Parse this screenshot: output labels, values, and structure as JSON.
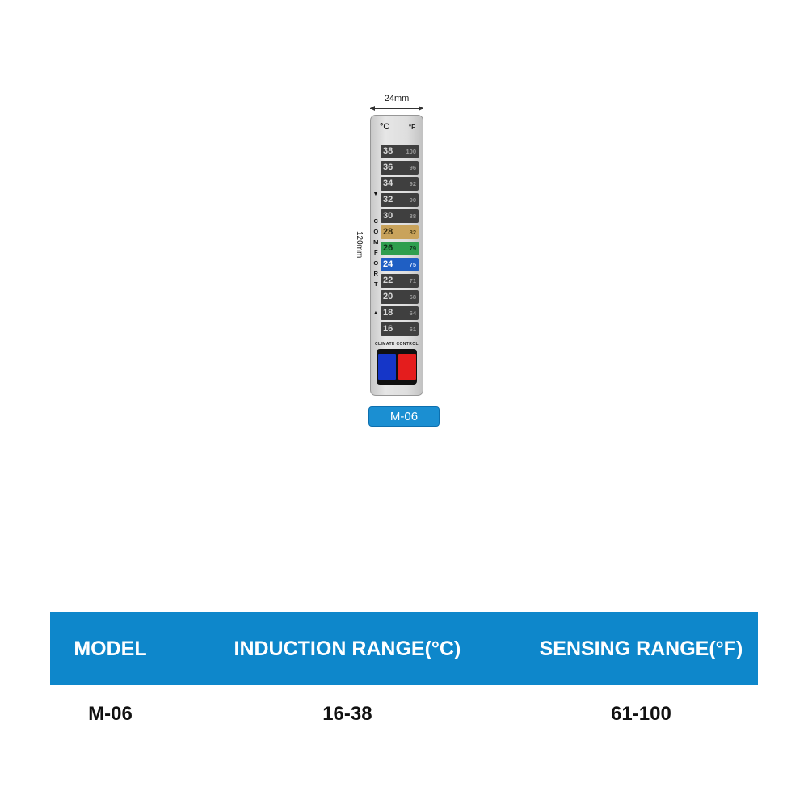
{
  "diagram": {
    "width_dimension": "24mm",
    "height_dimension": "120mm",
    "strip": {
      "celsius_header": "°C",
      "fahrenheit_header": "°F",
      "comfort_word": "COMFORT",
      "arrow_down": "▼",
      "arrow_up": "▲",
      "rows": [
        {
          "c": "38",
          "f": "100",
          "tone": "dark"
        },
        {
          "c": "36",
          "f": "96",
          "tone": "dark"
        },
        {
          "c": "34",
          "f": "92",
          "tone": "dark"
        },
        {
          "c": "32",
          "f": "90",
          "tone": "dark"
        },
        {
          "c": "30",
          "f": "88",
          "tone": "dark"
        },
        {
          "c": "28",
          "f": "82",
          "tone": "tan"
        },
        {
          "c": "26",
          "f": "79",
          "tone": "green"
        },
        {
          "c": "24",
          "f": "75",
          "tone": "blue"
        },
        {
          "c": "22",
          "f": "71",
          "tone": "dark"
        },
        {
          "c": "20",
          "f": "68",
          "tone": "dark"
        },
        {
          "c": "18",
          "f": "64",
          "tone": "dark"
        },
        {
          "c": "16",
          "f": "61",
          "tone": "dark"
        }
      ],
      "footer_label": "CLIMATE CONTROL"
    },
    "model_badge": "M-06"
  },
  "spec_table": {
    "headers": [
      "MODEL",
      "INDUCTION RANGE(°C)",
      "SENSING RANGE(°F)"
    ],
    "row": {
      "model": "M-06",
      "induction_range": "16-38",
      "sensing_range": "61-100"
    }
  },
  "colors": {
    "table_header_bg": "#0e87cb",
    "badge_bg": "#1b8fd2",
    "comfort_tan": "#c9a35b",
    "comfort_green": "#2f9e4e",
    "comfort_blue": "#1f5fc4",
    "indicator_blue": "#1536c8",
    "indicator_red": "#e41d1d"
  }
}
